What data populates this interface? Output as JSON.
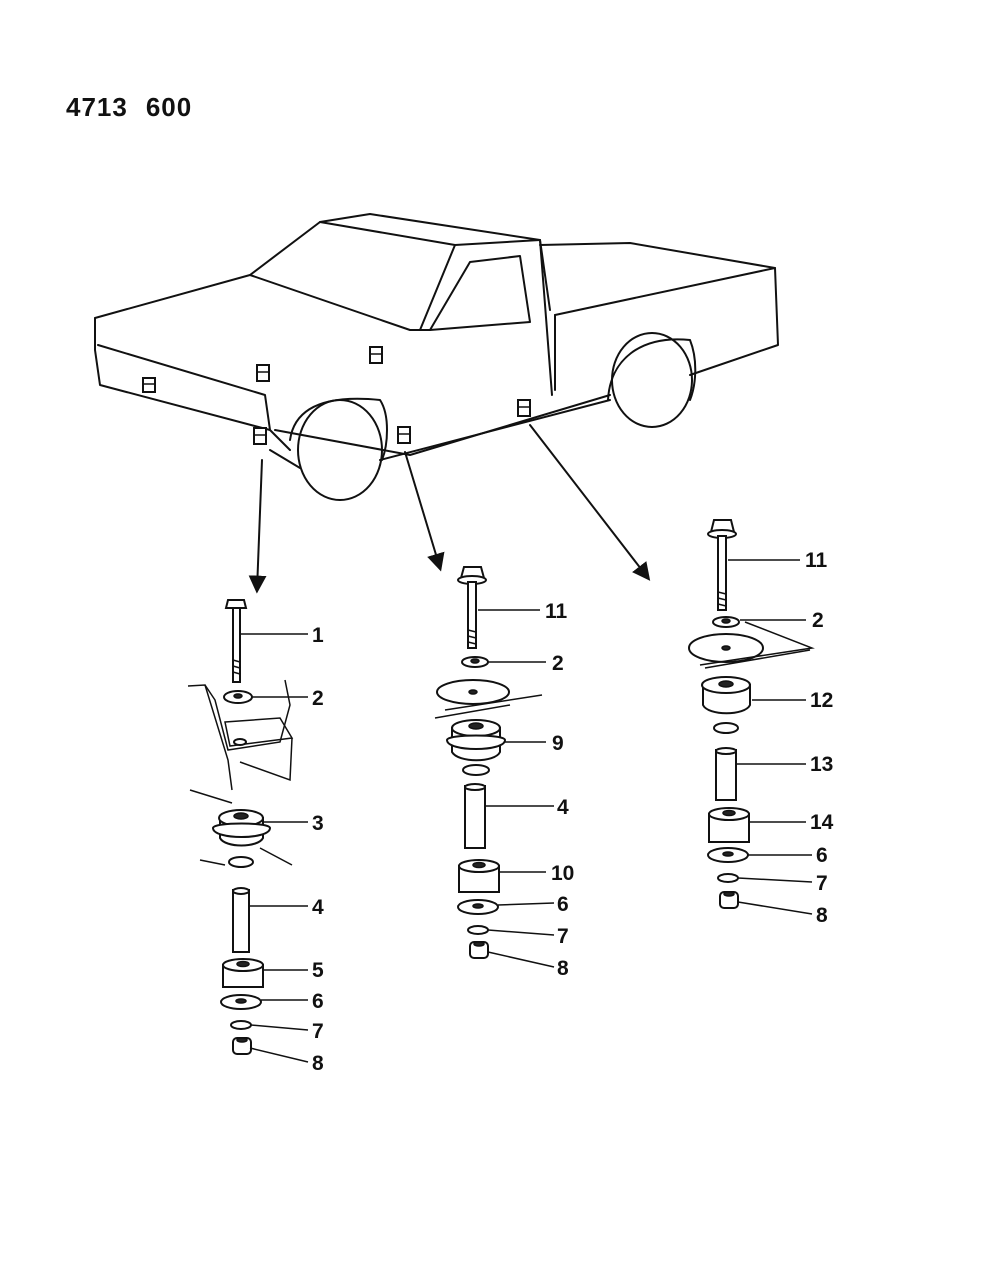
{
  "diagram_ref": {
    "left": "4713",
    "right": "600"
  },
  "callouts": {
    "g1": [
      "1",
      "2",
      "3",
      "4",
      "5",
      "6",
      "7",
      "8"
    ],
    "g2": [
      "11",
      "2",
      "9",
      "4",
      "10",
      "6",
      "7",
      "8"
    ],
    "g3": [
      "11",
      "2",
      "12",
      "13",
      "14",
      "6",
      "7",
      "8"
    ]
  },
  "icons": {
    "truck": "pickup-truck-outline",
    "bolt": "bolt-icon",
    "washer": "washer-icon",
    "cushion": "body-mount-cushion-icon",
    "collar": "spacer-collar-icon",
    "nut": "nut-icon"
  }
}
